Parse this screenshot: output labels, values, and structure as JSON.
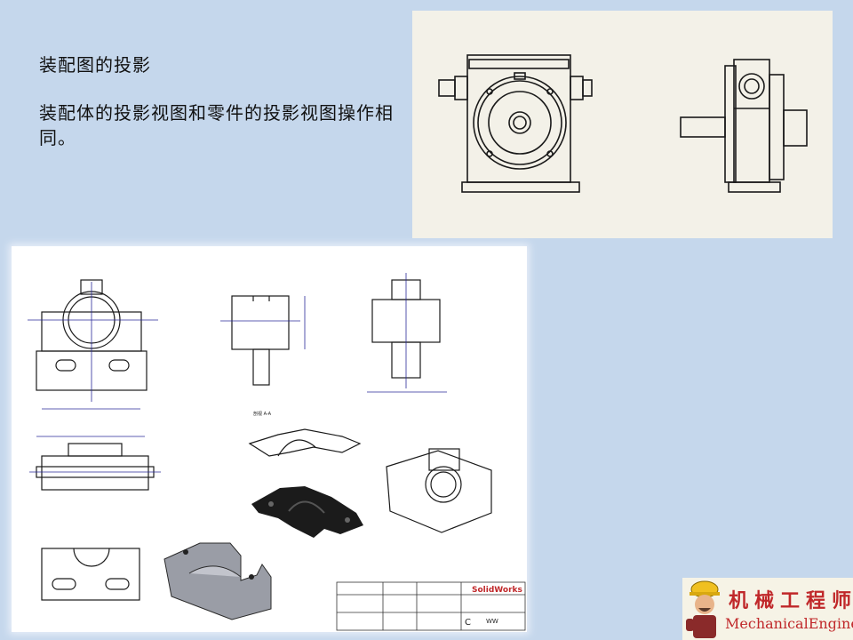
{
  "slide": {
    "title": "装配图的投影",
    "body": "装配体的投影视图和零件的投影视图操作相同。"
  },
  "drawing_sheet": {
    "title_block_brand": "SolidWorks",
    "sheet_size": "C",
    "part_code": "WW",
    "section_label": "剖视 A-A"
  },
  "watermark": {
    "name_cn": "机械工程师",
    "name_en": "MechanicalEngineers"
  },
  "colors": {
    "background": "#c5d7ec",
    "brand_red": "#c0282a",
    "line_dark": "#1a1a1a",
    "dimension_blue": "#2a2a9a"
  }
}
